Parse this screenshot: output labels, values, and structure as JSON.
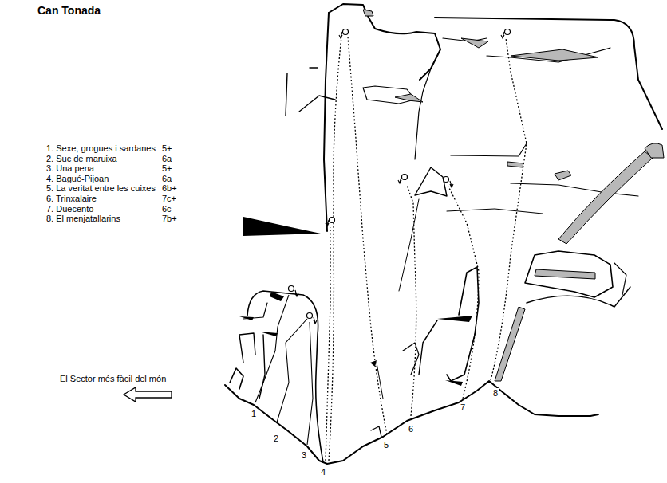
{
  "diagram": {
    "title": "Can Tonada",
    "labels": [
      "1. Sexe, grogues i sardanes",
      "5+",
      "2. Suc de maruixa",
      "6a",
      "3. Una pena",
      "5+",
      "4. Bagué-Pijoan",
      "6a",
      "5. La veritat entre les cuixes",
      "6b+",
      "6. Trinxalaire",
      "7c+",
      "7. Duecento",
      "6c",
      "8. El menjatallarins",
      "7b+",
      "El Sector més fàcil del món",
      "1",
      "2",
      "3",
      "4",
      "5",
      "6",
      "7",
      "8"
    ]
  }
}
